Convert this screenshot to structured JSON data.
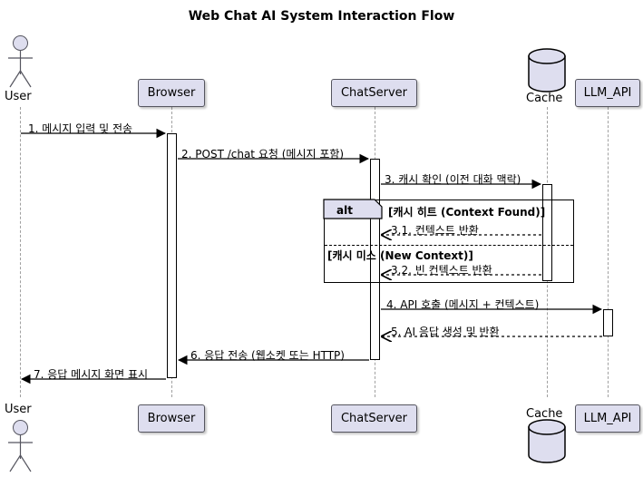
{
  "diagram": {
    "type": "uml-sequence-diagram",
    "title": "Web Chat AI System Interaction Flow",
    "participants": [
      {
        "id": "user",
        "name": "User",
        "shape": "actor"
      },
      {
        "id": "browser",
        "name": "Browser",
        "shape": "box"
      },
      {
        "id": "chatserver",
        "name": "ChatServer",
        "shape": "box"
      },
      {
        "id": "cache",
        "name": "Cache",
        "shape": "database"
      },
      {
        "id": "llmapi",
        "name": "LLM_API",
        "shape": "box"
      }
    ],
    "messages": [
      {
        "number": "1.",
        "label": "1. 메시지 입력 및 전송",
        "from": "user",
        "to": "browser",
        "style": "solid"
      },
      {
        "number": "2.",
        "label": "2. POST /chat 요청 (메시지 포함)",
        "from": "browser",
        "to": "chatserver",
        "style": "solid"
      },
      {
        "number": "3.",
        "label": "3. 캐시 확인 (이전 대화 맥락)",
        "from": "chatserver",
        "to": "cache",
        "style": "solid"
      },
      {
        "number": "3.1.",
        "label": "3.1. 컨텍스트 반환",
        "from": "cache",
        "to": "chatserver",
        "style": "dashed"
      },
      {
        "number": "3.2.",
        "label": "3.2. 빈 컨텍스트 반환",
        "from": "cache",
        "to": "chatserver",
        "style": "dashed"
      },
      {
        "number": "4.",
        "label": "4. API 호출 (메시지 + 컨텍스트)",
        "from": "chatserver",
        "to": "llmapi",
        "style": "solid"
      },
      {
        "number": "5.",
        "label": "5. AI 응답 생성 및 반환",
        "from": "llmapi",
        "to": "chatserver",
        "style": "dashed"
      },
      {
        "number": "6.",
        "label": "6. 응답 전송 (웹소켓 또는 HTTP)",
        "from": "chatserver",
        "to": "browser",
        "style": "solid"
      },
      {
        "number": "7.",
        "label": "7. 응답 메시지 화면 표시",
        "from": "browser",
        "to": "user",
        "style": "solid"
      }
    ],
    "fragment": {
      "operator": "alt",
      "branches": [
        {
          "guard": "[캐시 히트 (Context Found)]"
        },
        {
          "guard": "[캐시 미스 (New Context)]"
        }
      ]
    },
    "colors": {
      "participant_fill": "#DEDEEF",
      "participant_border": "#55555F",
      "line": "#000000",
      "lifeline": "#A0A0A0",
      "background": "#FFFFFF"
    }
  }
}
